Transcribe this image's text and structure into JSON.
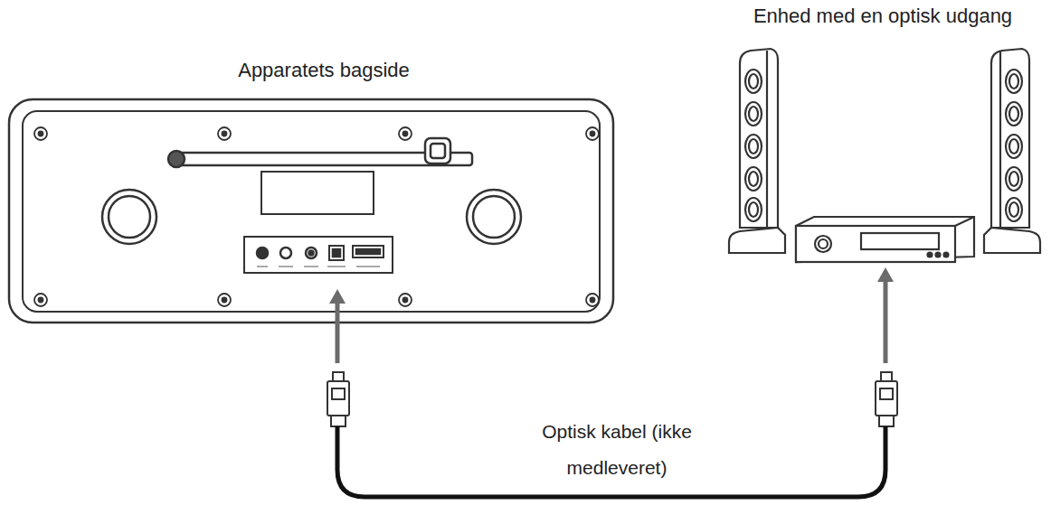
{
  "diagram": {
    "nodes": [
      {
        "text": [
          "Apparatets bagside"
        ]
      },
      {
        "text": [
          "Enhed med en optisk udgang"
        ]
      }
    ],
    "edges": [
      {
        "from": 0,
        "to": 1,
        "arrow": "both",
        "label": "Optisk kabel (ikke medleveret)"
      }
    ]
  }
}
